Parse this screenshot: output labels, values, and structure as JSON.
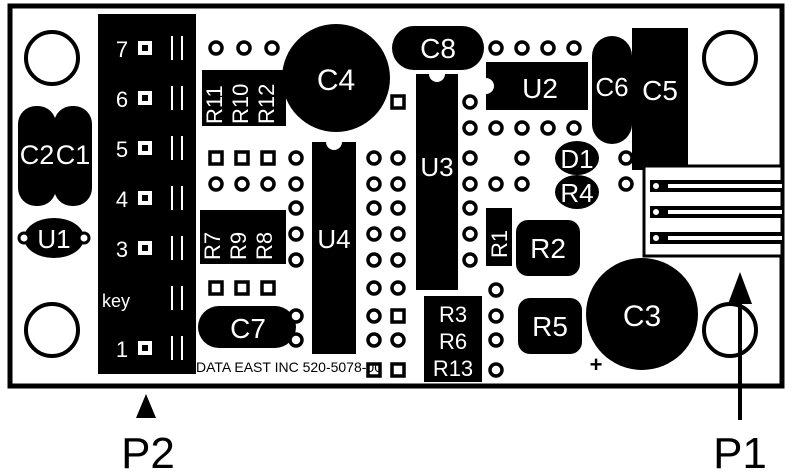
{
  "board": {
    "manufacturer_text": "DATA EAST INC  520-5078-00"
  },
  "connectors": {
    "p2": {
      "label": "P2",
      "pin_labels": [
        "7",
        "6",
        "5",
        "4",
        "3",
        "key",
        "1"
      ]
    },
    "p1": {
      "label": "P1"
    }
  },
  "components": {
    "c1": "C1",
    "c2": "C2",
    "c3": "C3",
    "c4": "C4",
    "c5": "C5",
    "c6": "C6",
    "c7": "C7",
    "c8": "C8",
    "u1": "U1",
    "u2": "U2",
    "u3": "U3",
    "u4": "U4",
    "r1": "R1",
    "r2": "R2",
    "r3": "R3",
    "r4": "R4",
    "r5": "R5",
    "r6": "R6",
    "r7": "R7",
    "r8": "R8",
    "r9": "R9",
    "r10": "R10",
    "r11": "R11",
    "r12": "R12",
    "r13": "R13",
    "d1": "D1"
  },
  "polarity_mark": "+",
  "colors": {
    "ink": "#000000",
    "paper": "#ffffff"
  }
}
